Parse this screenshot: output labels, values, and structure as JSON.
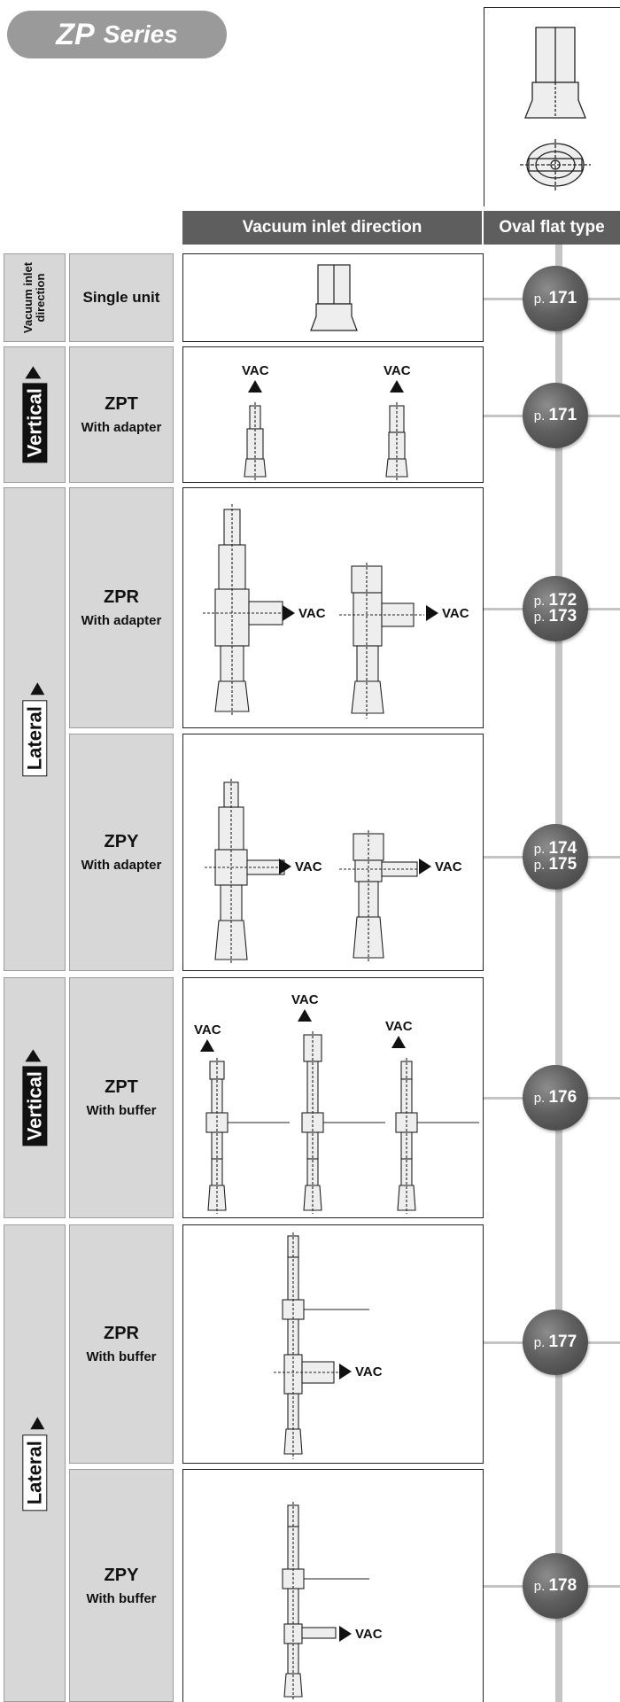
{
  "series": {
    "prefix": "ZP",
    "suffix": "Series"
  },
  "headers": {
    "direction": "Vacuum inlet direction",
    "type": "Oval flat type"
  },
  "vac_label": "VAC",
  "sides": {
    "inlet": {
      "line1": "Vacuum inlet",
      "line2": "direction"
    },
    "vertical": "Vertical",
    "lateral": "Lateral"
  },
  "rows": [
    {
      "code": "",
      "sub": "Single unit",
      "page_prefix": "p.",
      "pages": [
        "171"
      ]
    },
    {
      "code": "ZPT",
      "sub": "With adapter",
      "page_prefix": "p.",
      "pages": [
        "171"
      ]
    },
    {
      "code": "ZPR",
      "sub": "With adapter",
      "page_prefix": "p.",
      "pages": [
        "172",
        "173"
      ]
    },
    {
      "code": "ZPY",
      "sub": "With adapter",
      "page_prefix": "p.",
      "pages": [
        "174",
        "175"
      ]
    },
    {
      "code": "ZPT",
      "sub": "With buffer",
      "page_prefix": "p.",
      "pages": [
        "176"
      ]
    },
    {
      "code": "ZPR",
      "sub": "With buffer",
      "page_prefix": "p.",
      "pages": [
        "177"
      ]
    },
    {
      "code": "ZPY",
      "sub": "With buffer",
      "page_prefix": "p.",
      "pages": [
        "178"
      ]
    }
  ]
}
